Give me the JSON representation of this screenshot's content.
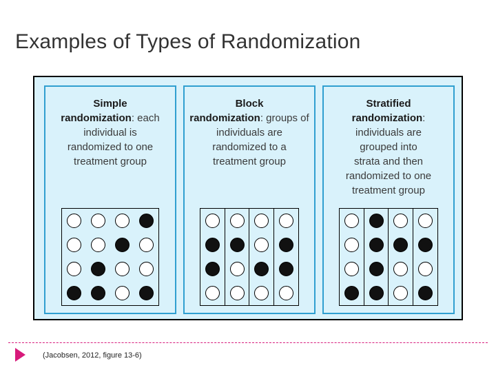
{
  "slide": {
    "title": "Examples of Types of Randomization",
    "footer": {
      "source": "(Jacobsen, 2012, figure 13-6)"
    },
    "colors": {
      "panel_background": "#d9f2fb",
      "panel_border": "#2f9fd0",
      "figure_border": "#000000",
      "accent_magenta": "#d71a7b",
      "dot_filled": "#111111",
      "dot_open": "#ffffff"
    }
  },
  "panels": [
    {
      "name": "simple",
      "heading": "Simple randomization",
      "heading_line1": "Simple",
      "heading_line2": "randomization",
      "description": ": each individual is randomized to one treatment group",
      "desc_line1": ": each individual is",
      "desc_line2": "randomized to one",
      "desc_line3": "treatment group",
      "layout": "single-box",
      "grid": [
        [
          "open",
          "open",
          "open",
          "filled"
        ],
        [
          "open",
          "open",
          "filled",
          "open"
        ],
        [
          "open",
          "filled",
          "open",
          "open"
        ],
        [
          "filled",
          "filled",
          "open",
          "filled"
        ]
      ]
    },
    {
      "name": "block",
      "heading": "Block randomization",
      "heading_line1": "Block",
      "heading_line2": "randomization",
      "description": ": groups of individuals are randomized to a treatment group",
      "desc_line1": ": groups of",
      "desc_line2": "individuals are",
      "desc_line3": "randomized to a",
      "desc_line4": "treatment group",
      "layout": "columns",
      "grid": [
        [
          "open",
          "open",
          "open",
          "open"
        ],
        [
          "filled",
          "filled",
          "open",
          "filled"
        ],
        [
          "filled",
          "open",
          "filled",
          "filled"
        ],
        [
          "open",
          "open",
          "open",
          "open"
        ]
      ]
    },
    {
      "name": "stratified",
      "heading": "Stratified randomization",
      "heading_line1": "Stratified",
      "heading_line2": "randomization",
      "description": ": individuals are grouped into strata and then randomized to one treatment group",
      "desc_line1": ": individuals are",
      "desc_line2": "grouped into",
      "desc_line3": "strata and then",
      "desc_line4": "randomized to one",
      "desc_line5": "treatment group",
      "layout": "columns",
      "grid": [
        [
          "open",
          "filled",
          "open",
          "open"
        ],
        [
          "open",
          "filled",
          "filled",
          "filled"
        ],
        [
          "open",
          "filled",
          "open",
          "open"
        ],
        [
          "filled",
          "filled",
          "open",
          "filled"
        ]
      ]
    }
  ]
}
